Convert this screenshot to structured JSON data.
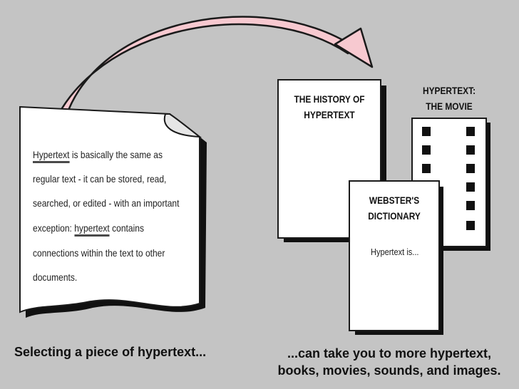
{
  "source_page": {
    "lines": [
      {
        "pre": "",
        "link": "Hypertext",
        "post": " is basically the same as"
      },
      {
        "pre": "regular text - it can be stored, read,",
        "link": "",
        "post": ""
      },
      {
        "pre": "searched, or edited - with an important",
        "link": "",
        "post": ""
      },
      {
        "pre": "exception: ",
        "link": "hypertext",
        "post": " contains"
      },
      {
        "pre": "connections within the text to other",
        "link": "",
        "post": ""
      },
      {
        "pre": "documents.",
        "link": "",
        "post": ""
      }
    ]
  },
  "history_doc": {
    "title_1": "THE HISTORY OF",
    "title_2": "HYPERTEXT"
  },
  "movie": {
    "title_1": "HYPERTEXT:",
    "title_2": "THE MOVIE"
  },
  "dictionary": {
    "title_1": "WEBSTER'S",
    "title_2": "DICTIONARY",
    "text": "Hypertext is..."
  },
  "captions": {
    "left": "Selecting a piece of hypertext...",
    "right_1": "...can take you to more hypertext,",
    "right_2": "books, movies, sounds, and images."
  },
  "colors": {
    "background": "#c4c4c4",
    "arrow_fill": "#f7c9d0",
    "arrow_outline": "#1a1a1a",
    "shadow": "#111111",
    "paper": "#ffffff"
  }
}
